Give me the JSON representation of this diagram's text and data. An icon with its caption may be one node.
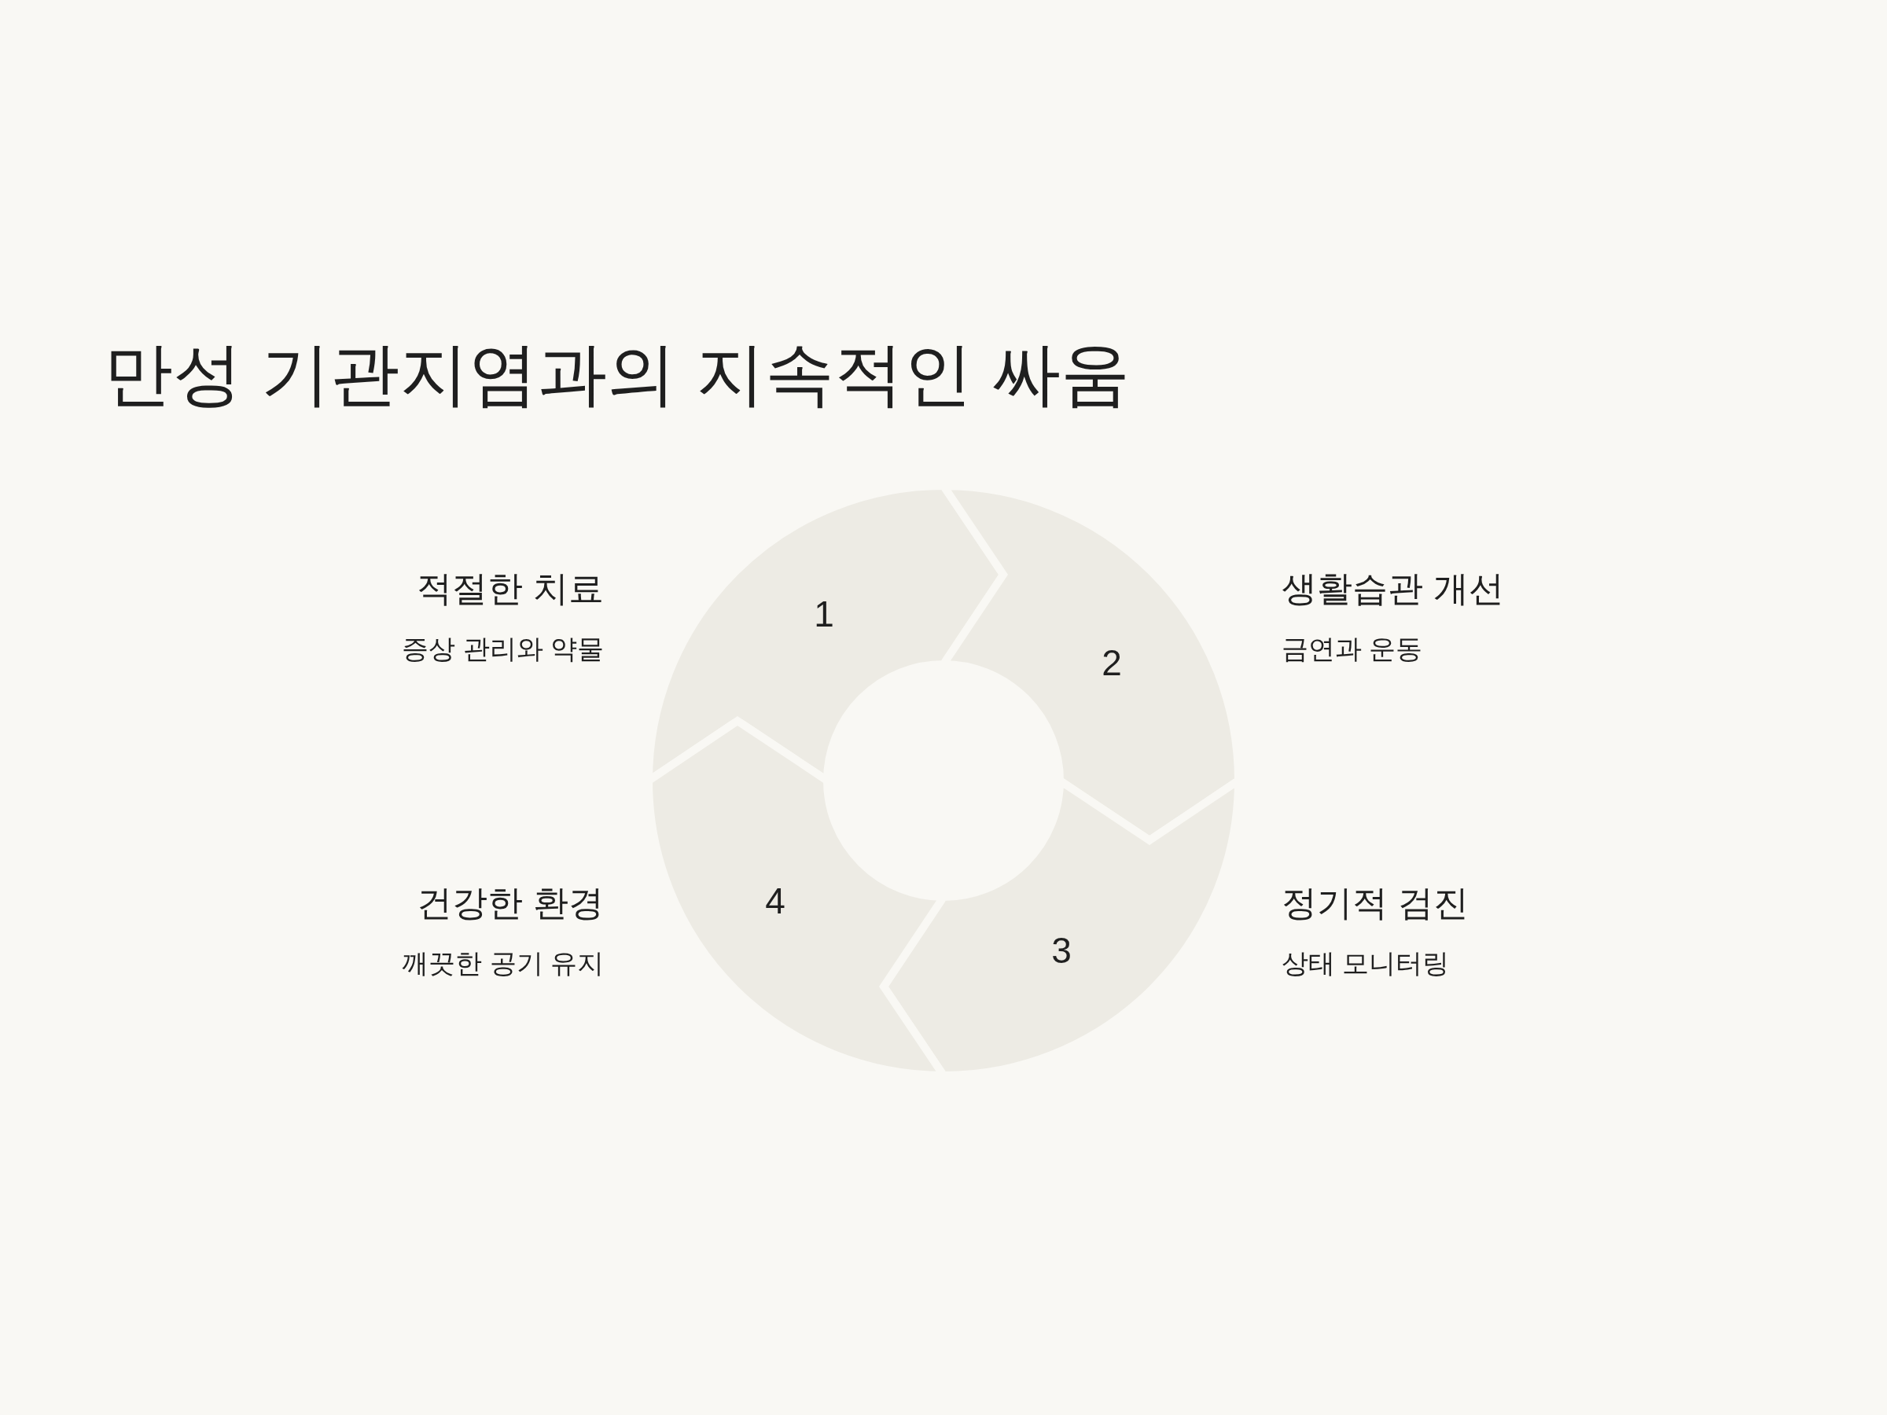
{
  "diagram": {
    "title": "만성 기관지염과의 지속적인 싸움",
    "nodes": [
      {
        "text": [
          "1"
        ],
        "beside": [
          "적절한 치료",
          "증상 관리와 약물"
        ]
      },
      {
        "text": [
          "2"
        ],
        "beside": [
          "생활습관 개선",
          "금연과 운동"
        ]
      },
      {
        "text": [
          "3"
        ],
        "beside": [
          "정기적 검진",
          "상태 모니터링"
        ]
      },
      {
        "text": [
          "4"
        ],
        "beside": [
          "건강한 환경",
          "깨끗한 공기 유지"
        ]
      }
    ]
  }
}
